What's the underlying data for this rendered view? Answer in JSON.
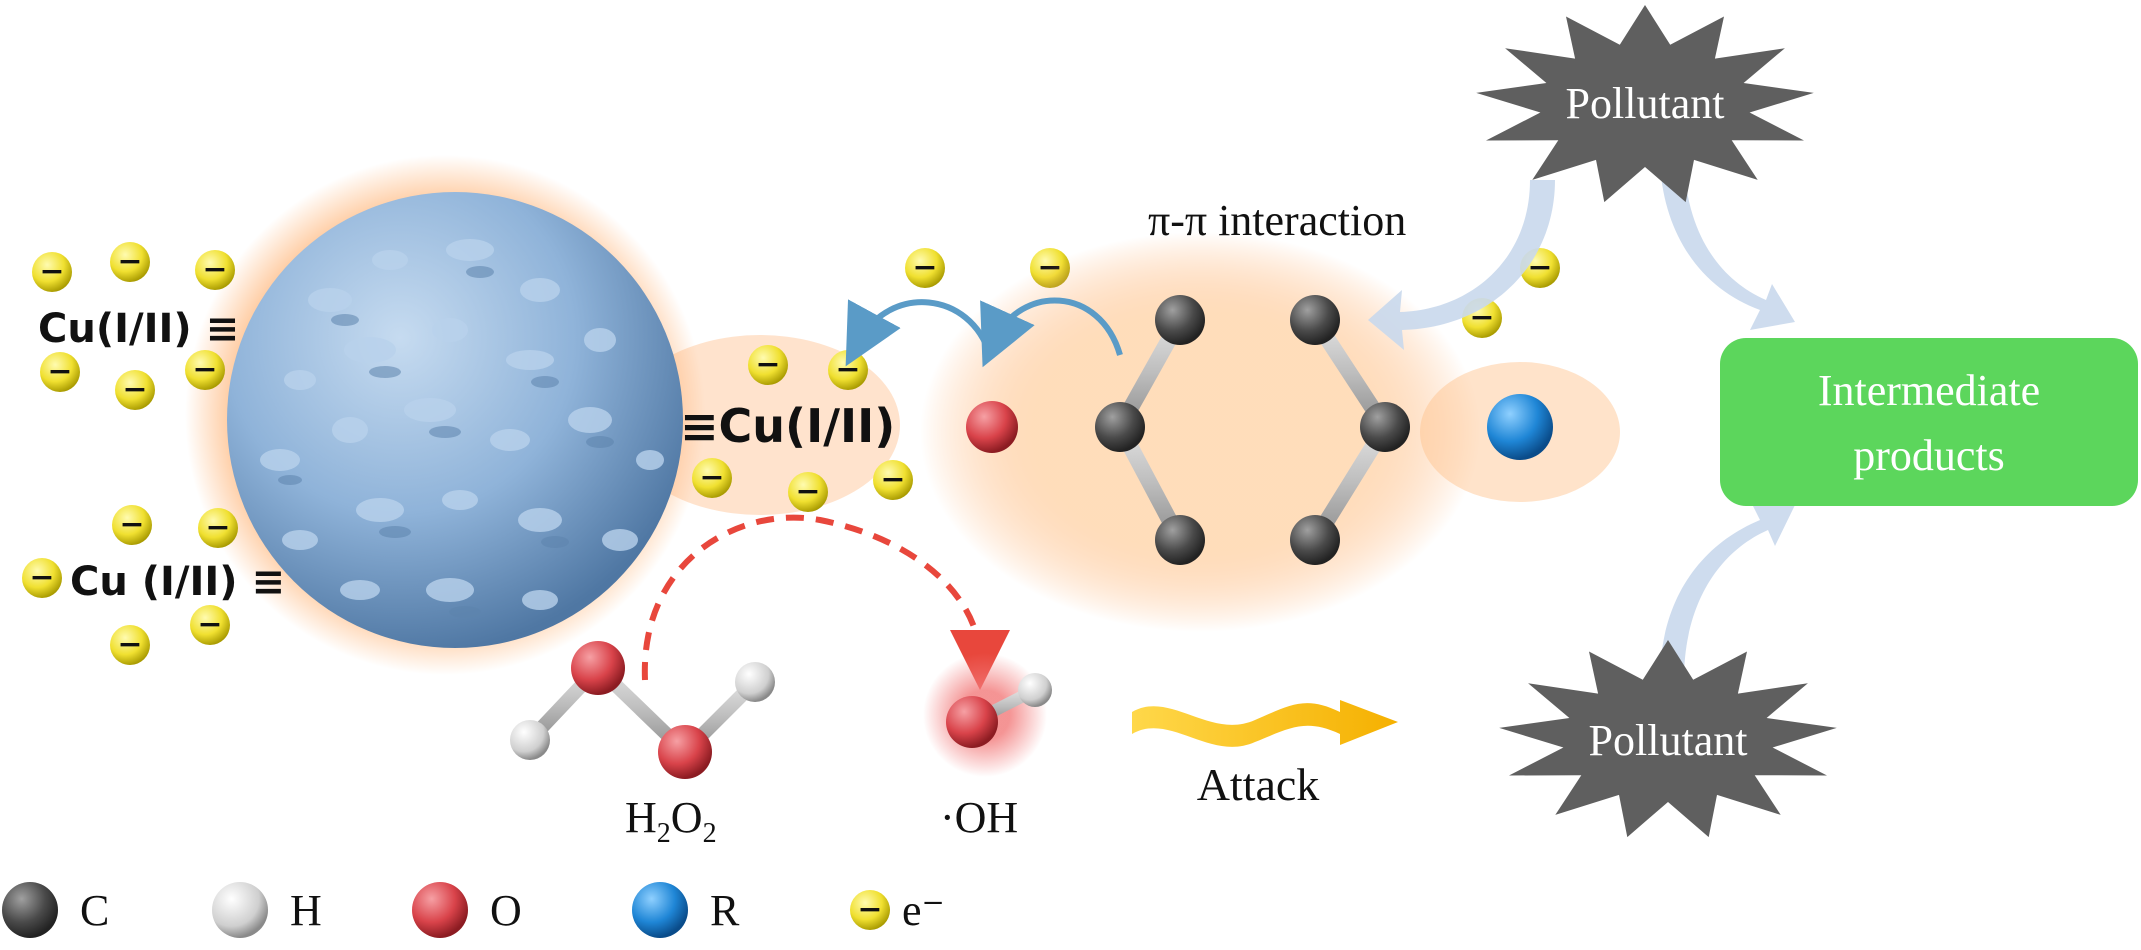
{
  "labels": {
    "cu_top": "Cu(I/II) ≡",
    "cu_mid": "≡Cu(I/II)",
    "cu_bottom": "Cu (I/II) ≡",
    "pi_pi": "π-π interaction",
    "pollutant_top": "Pollutant",
    "pollutant_bottom": "Pollutant",
    "intermediate_line1": "Intermediate",
    "intermediate_line2": "products",
    "attack": "Attack",
    "h2o2_h": "H",
    "h2o2_sub1": "2",
    "h2o2_o": "O",
    "h2o2_sub2": "2",
    "oh": "·OH",
    "electron_sign": "−"
  },
  "legend": [
    {
      "label": "C",
      "color": "#4a4a4a"
    },
    {
      "label": "H",
      "color": "#d9d9d9"
    },
    {
      "label": "O",
      "color": "#d9434a"
    },
    {
      "label": "R",
      "color": "#1f86d6"
    },
    {
      "label": "e⁻",
      "color": "#f0e030"
    }
  ],
  "colors": {
    "sphere": "#8fb3d9",
    "glow": "#ff8a2a",
    "carbon": "#4a4a4a",
    "hydrogen": "#d9d9d9",
    "oxygen": "#d9434a",
    "r_group": "#1f86d6",
    "electron": "#f0e030",
    "pollutant": "#5f5f5f",
    "intermediate_box": "#5cd65c",
    "attack_arrow": "#f5b800",
    "dashed_arrow": "#e8473c",
    "curved_arrow": "#5a9bc7",
    "pale_arrow": "#c9d8ec"
  }
}
